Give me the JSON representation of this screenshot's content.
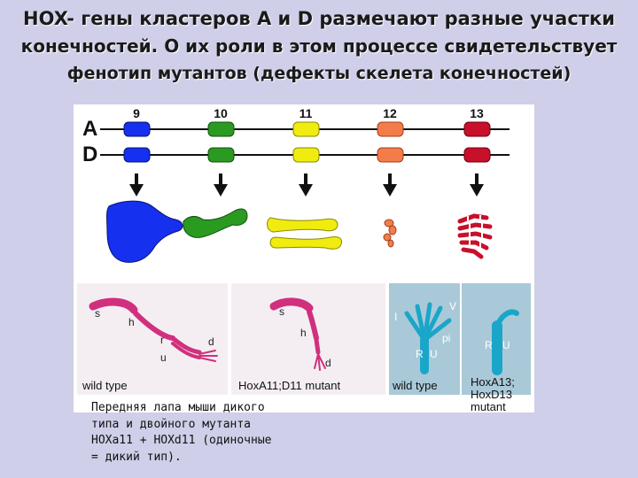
{
  "title": {
    "line1": "HOX- гены кластеров A и D размечают разные участки",
    "line2": "конечностей. О их роли в этом процессе свидетельствует",
    "line3": "фенотип мутантов (дефекты скелета конечностей)"
  },
  "diagram": {
    "clusters": [
      "A",
      "D"
    ],
    "genes": [
      {
        "number": "9",
        "color": "#1530ee"
      },
      {
        "number": "10",
        "color": "#2a9a20"
      },
      {
        "number": "11",
        "color": "#f0ec10"
      },
      {
        "number": "12",
        "color": "#f47c4a"
      },
      {
        "number": "13",
        "color": "#c8102a"
      }
    ]
  },
  "photos": {
    "left_label": "wild type",
    "middle_label": "HoxA11;D11 mutant",
    "right_left_label": "wild type",
    "right_right_label_1": "HoxA13;",
    "right_right_label_2": "HoxD13",
    "right_right_label_3": "mutant",
    "left_bones": [
      "s",
      "h",
      "r",
      "u",
      "d"
    ],
    "middle_bones": [
      "s",
      "h",
      "d"
    ],
    "right_bones": [
      "I",
      "V",
      "pi",
      "R",
      "U",
      "R",
      "U"
    ]
  },
  "caption": {
    "line1": "Передняя лапа мыши дикого",
    "line2": "типа и двойного мутанта",
    "line3": "HOXa11 + HOXd11 (одиночные",
    "line4": "= дикий тип)."
  }
}
